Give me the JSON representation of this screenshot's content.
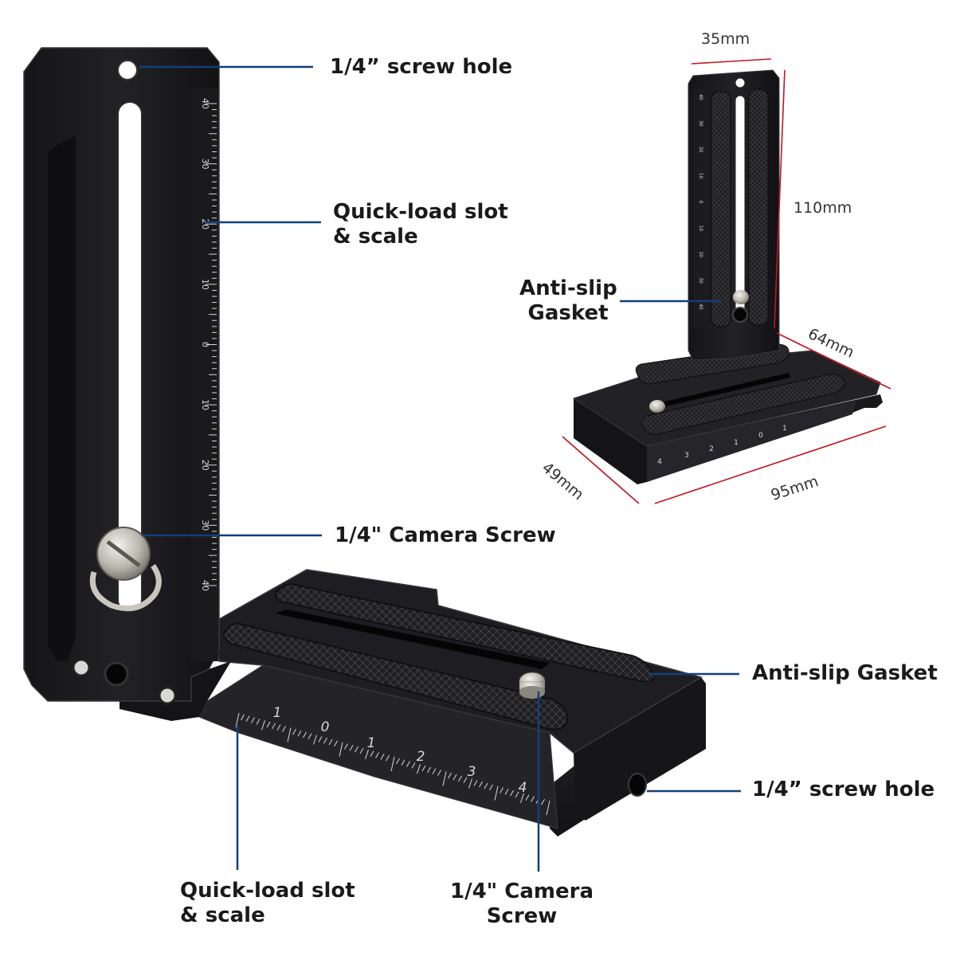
{
  "labels": {
    "top_screw_hole": "1/4” screw hole",
    "quick_load_upper": [
      "Quick-load slot",
      "& scale"
    ],
    "camera_screw_upper": "1/4\" Camera Screw",
    "anti_slip_right": "Anti-slip Gasket",
    "screw_hole_right": "1/4” screw hole",
    "quick_load_lower": [
      "Quick-load slot",
      "& scale"
    ],
    "camera_screw_lower": [
      "1/4\" Camera",
      "Screw"
    ],
    "anti_slip_inset": [
      "Anti-slip",
      "Gasket"
    ]
  },
  "dimensions": {
    "width_top": "35mm",
    "height": "110mm",
    "depth_upper": "64mm",
    "depth_lower": "49mm",
    "length": "95mm"
  },
  "vertical_scale": [
    "40",
    "30",
    "20",
    "10",
    "0",
    "10",
    "20",
    "30",
    "40"
  ],
  "horizontal_scale": [
    "1",
    "0",
    "1",
    "2",
    "3",
    "4"
  ],
  "inset_vertical_scale": [
    "40",
    "30",
    "20",
    "10",
    "0",
    "10",
    "20",
    "30",
    "40"
  ],
  "inset_horizontal_scale": [
    "4",
    "3",
    "2",
    "1",
    "0",
    "1"
  ],
  "colors": {
    "leader_line": "#123f7a",
    "dimension_line": "#c0161f",
    "metal": "#1b1b1d",
    "metal_edge": "#3a3a3e",
    "scale_text": "#d8d8d8",
    "label_text": "#1a1a1a"
  }
}
